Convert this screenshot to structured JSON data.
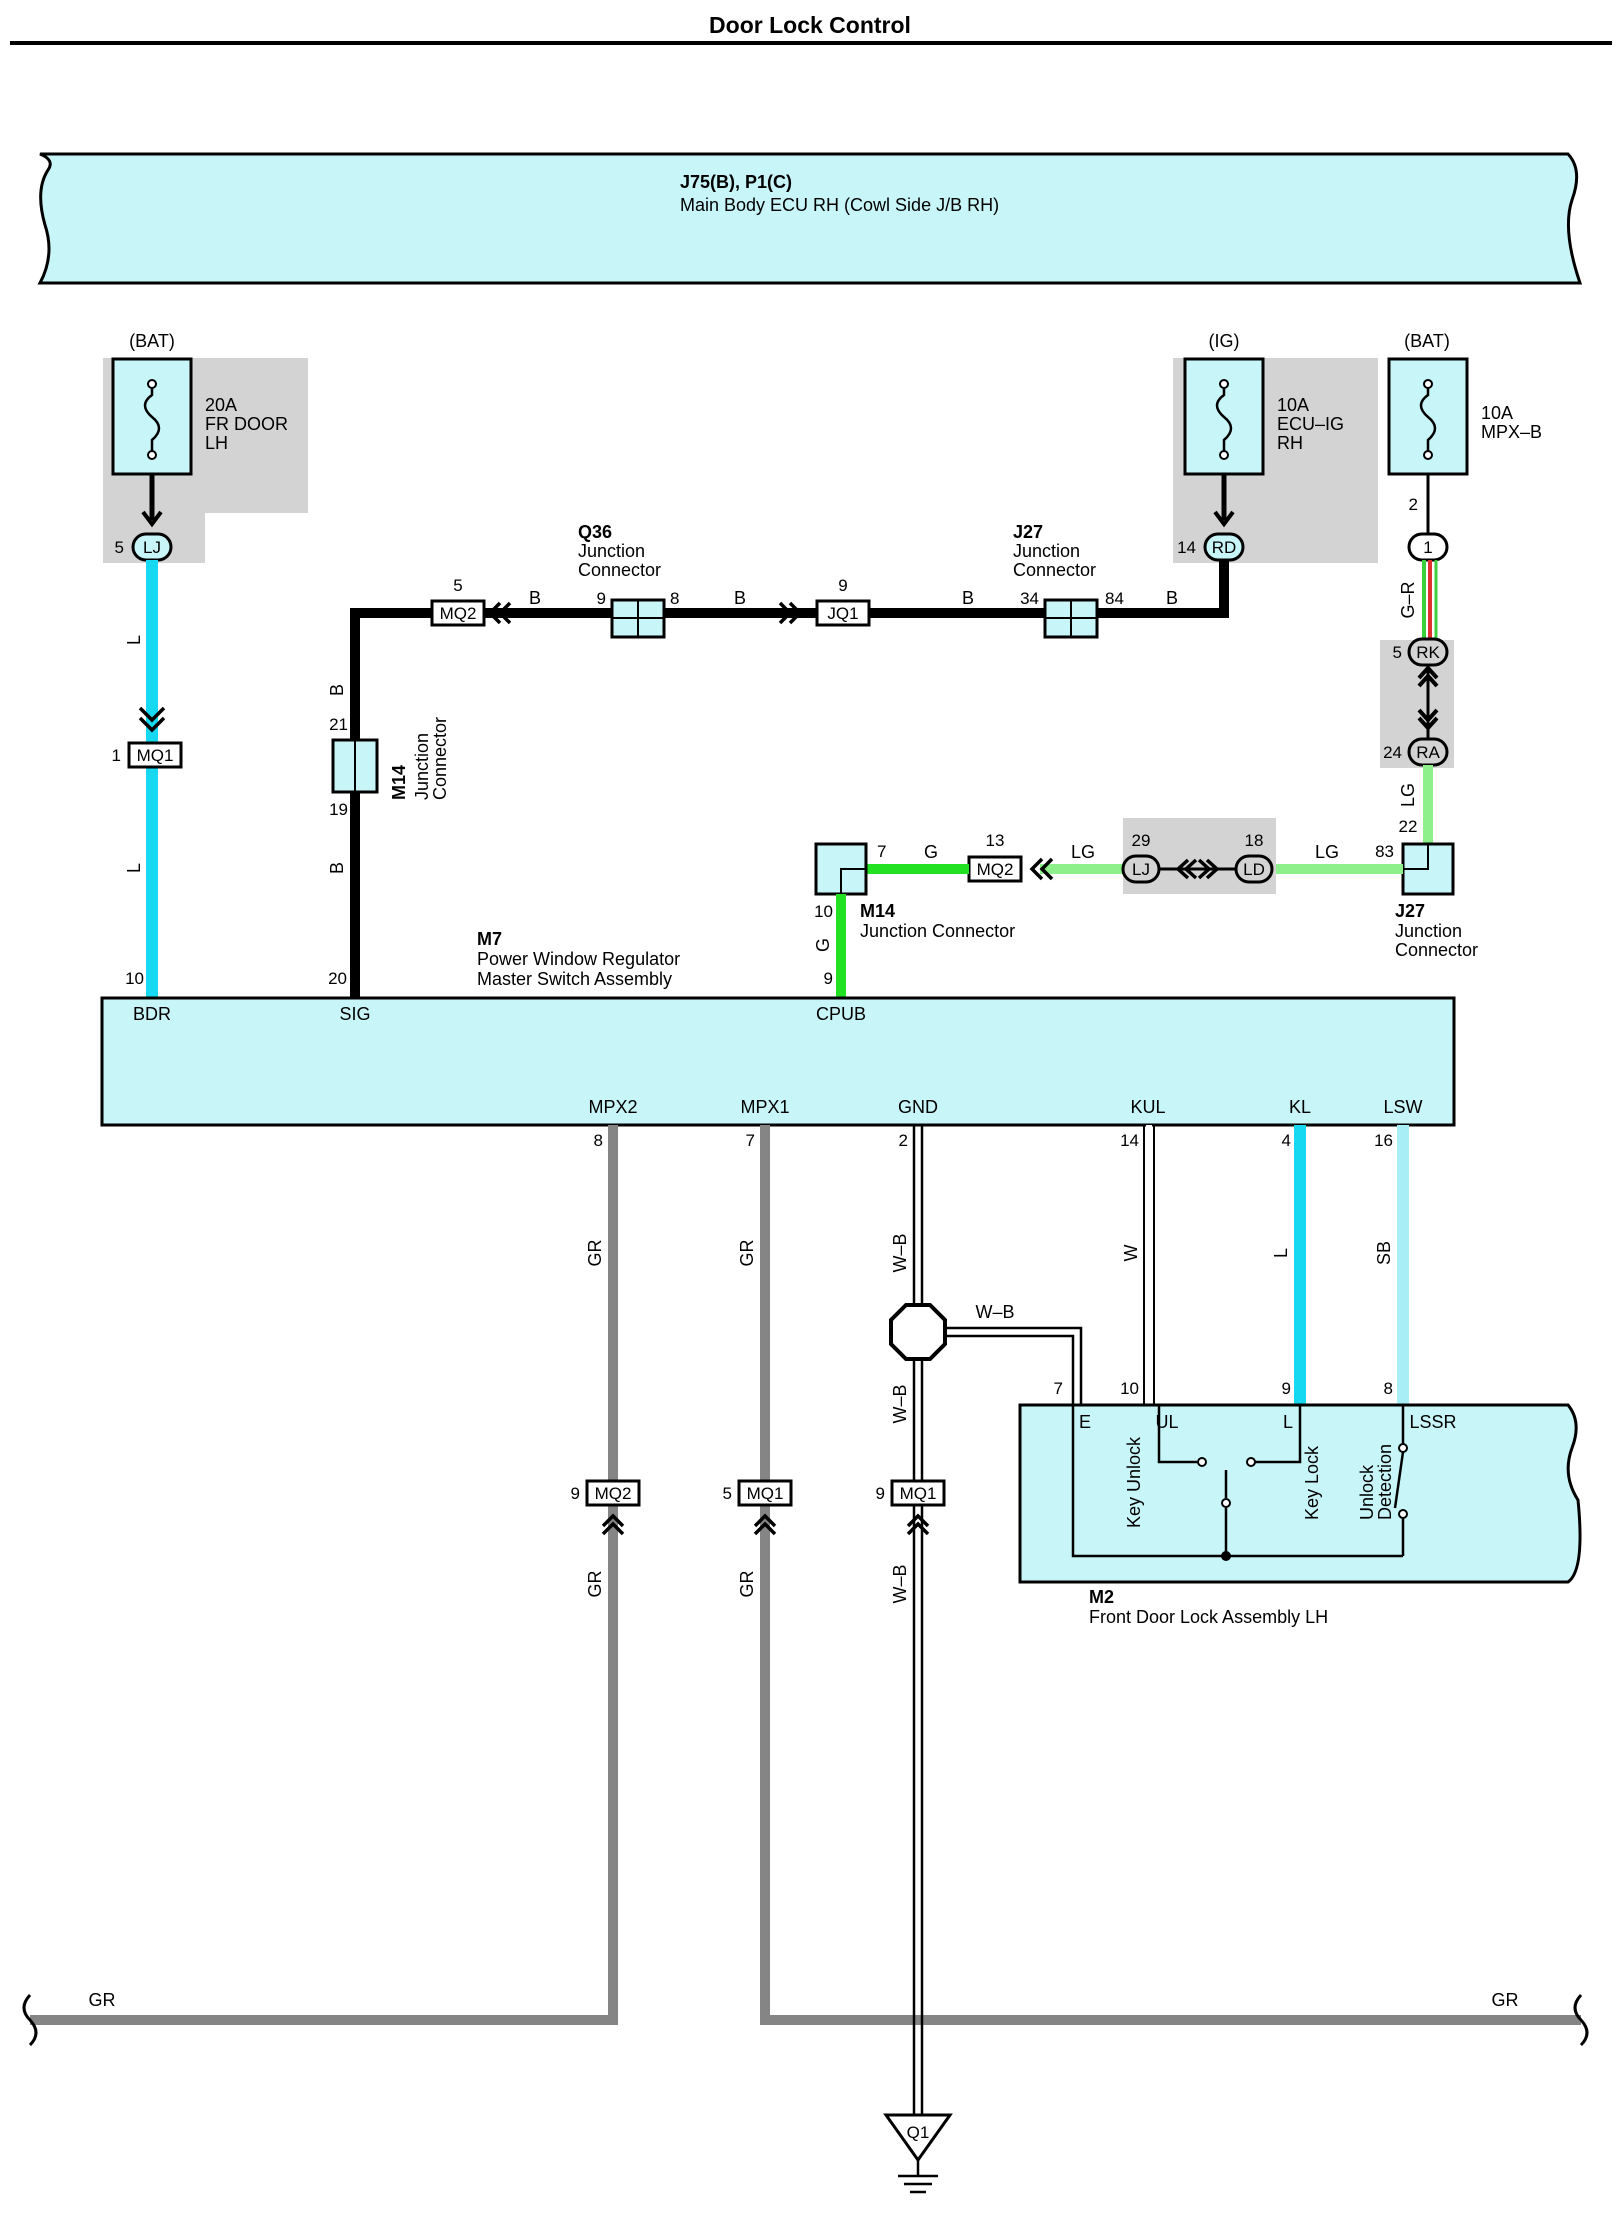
{
  "title": "Door Lock Control",
  "colors": {
    "ecu_fill": "#c8f5f7",
    "splice_shade": "#d3d3d3",
    "wire_L": "#16d8f0",
    "wire_B": "#000000",
    "wire_G": "#22e022",
    "wire_LG": "#8ef08a",
    "wire_GR": "#858585",
    "wire_SB": "#a8eef6",
    "wire_G_R_green": "#3bd13b",
    "wire_G_R_red": "#e03030"
  },
  "ecu": {
    "ref": "J75(B), P1(C)",
    "name": "Main Body ECU RH (Cowl Side J/B RH)"
  },
  "fuses": [
    {
      "supply": "(BAT)",
      "rating": "20A",
      "name1": "FR DOOR",
      "name2": "LH",
      "pin": "5",
      "conn": "LJ"
    },
    {
      "supply": "(IG)",
      "rating": "10A",
      "name1": "ECU–IG",
      "name2": "RH",
      "pin": "14",
      "conn": "RD"
    },
    {
      "supply": "(BAT)",
      "rating": "10A",
      "name1": "MPX–B",
      "name2": "",
      "pin": "2",
      "conn": "1"
    }
  ],
  "q36": {
    "ref": "Q36",
    "line1": "Junction",
    "line2": "Connector",
    "pin_in": "9",
    "pin_out": "8"
  },
  "j27_top": {
    "ref": "J27",
    "line1": "Junction",
    "line2": "Connector",
    "pin_in": "34",
    "pin_out": "84"
  },
  "m14_side": {
    "ref": "M14",
    "line1": "Junction",
    "line2": "Connector",
    "pin_top": "21",
    "pin_bot": "19"
  },
  "m14_cpub": {
    "ref": "M14",
    "name": "Junction Connector",
    "pin_right": "7",
    "pin_left": "10",
    "pin_bot": "9"
  },
  "j27_mid": {
    "ref": "J27",
    "line1": "Junction",
    "line2": "Connector",
    "pin_left": "83",
    "pin_top": "22"
  },
  "inline_connectors": {
    "mq2_top": {
      "pin": "5",
      "name": "MQ2"
    },
    "jq1": {
      "pin": "9",
      "name": "JQ1"
    },
    "mq1_left": {
      "pin": "1",
      "name": "MQ1"
    },
    "rk": {
      "pin": "5",
      "name": "RK"
    },
    "ra": {
      "pin": "24",
      "name": "RA"
    },
    "mq2_mid": {
      "pin": "13",
      "name": "MQ2"
    },
    "lj": {
      "pin": "29",
      "name": "LJ"
    },
    "ld": {
      "pin": "18",
      "name": "LD"
    },
    "mq2_low": {
      "pin": "9",
      "name": "MQ2"
    },
    "mq1_a": {
      "pin": "5",
      "name": "MQ1"
    },
    "mq1_b": {
      "pin": "9",
      "name": "MQ1"
    }
  },
  "wire_labels": {
    "L": "L",
    "B": "B",
    "G": "G",
    "LG": "LG",
    "GR": "GR",
    "W_B": "W–B",
    "W": "W",
    "SB": "SB",
    "G_R": "G–R"
  },
  "m7": {
    "ref": "M7",
    "line1": "Power Window Regulator",
    "line2": "Master Switch Assembly",
    "top_terminals": [
      {
        "name": "BDR",
        "pin": "10"
      },
      {
        "name": "SIG",
        "pin": "20"
      },
      {
        "name": "CPUB",
        "pin": "9"
      }
    ],
    "bottom_terminals": [
      {
        "name": "MPX2",
        "pin": "8"
      },
      {
        "name": "MPX1",
        "pin": "7"
      },
      {
        "name": "GND",
        "pin": "2"
      },
      {
        "name": "KUL",
        "pin": "14"
      },
      {
        "name": "KL",
        "pin": "4"
      },
      {
        "name": "LSW",
        "pin": "16"
      }
    ]
  },
  "m2": {
    "ref": "M2",
    "name": "Front Door Lock Assembly LH",
    "terminals": [
      {
        "name": "E",
        "pin": "7"
      },
      {
        "name": "UL",
        "pin": "10"
      },
      {
        "name": "L",
        "pin": "9"
      },
      {
        "name": "LSSR",
        "pin": "8"
      }
    ],
    "switch_key_unlock": "Key Unlock",
    "switch_key_lock": "Key Lock",
    "switch_unlock_det1": "Unlock",
    "switch_unlock_det2": "Detection"
  },
  "ground": {
    "name": "Q1"
  },
  "bus_left": "GR",
  "bus_right": "GR"
}
